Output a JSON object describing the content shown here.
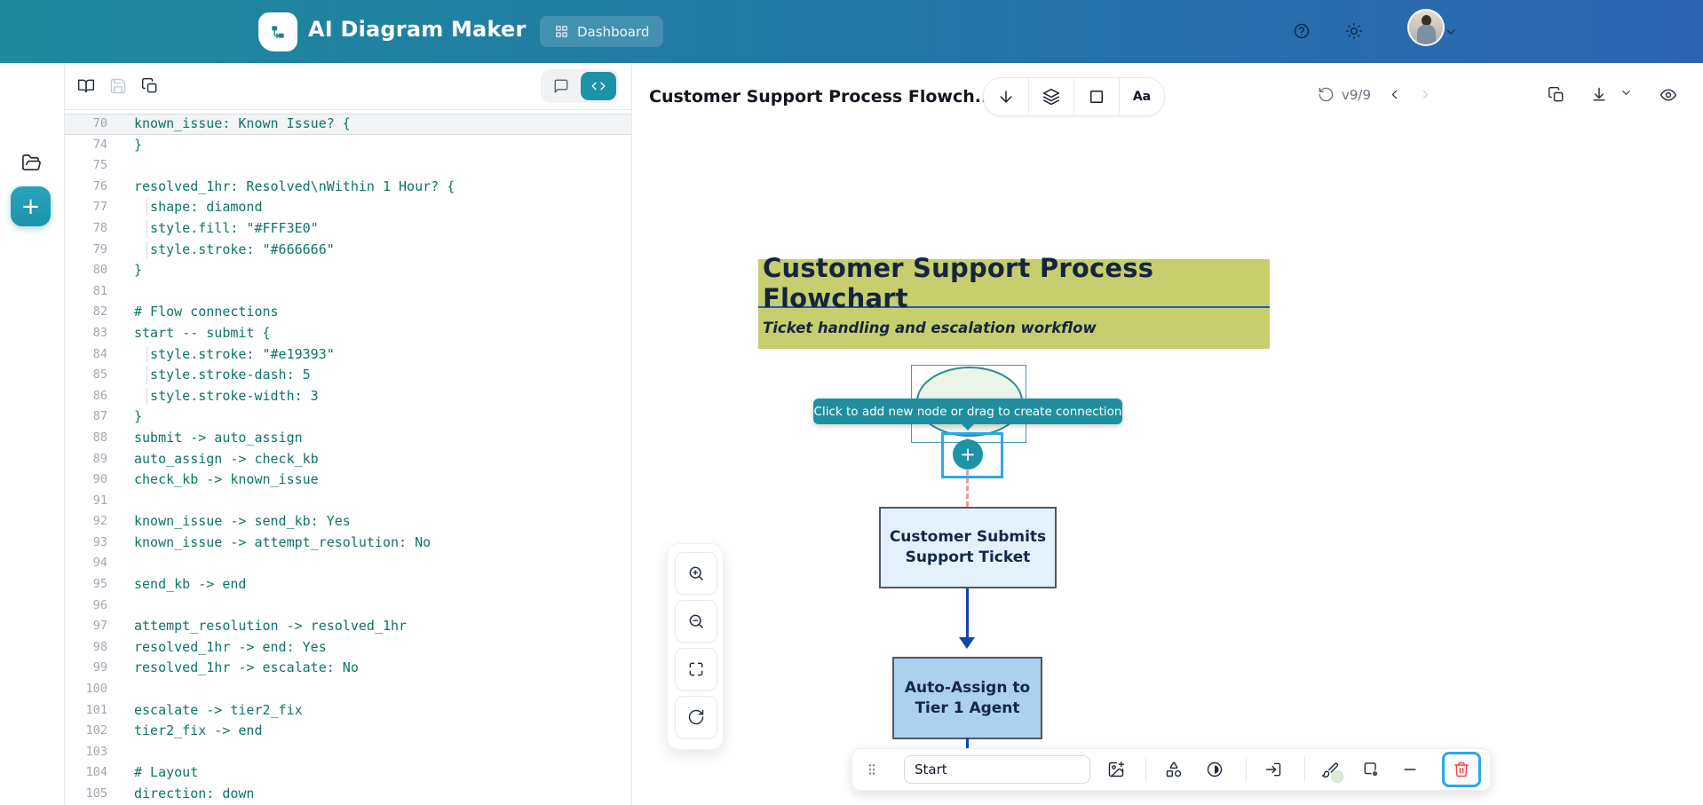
{
  "header": {
    "app_title": "AI Diagram Maker",
    "dashboard_label": "Dashboard"
  },
  "code_editor": {
    "lines": [
      {
        "n": "70",
        "t": "known_issue: Known Issue? {",
        "c": "hl"
      },
      {
        "n": "74",
        "t": "}"
      },
      {
        "n": "75",
        "t": ""
      },
      {
        "n": "76",
        "t": "resolved_1hr: Resolved\\nWithin 1 Hour? {"
      },
      {
        "n": "77",
        "t": "  shape: diamond",
        "c": "g"
      },
      {
        "n": "78",
        "t": "  style.fill: \"#FFF3E0\"",
        "c": "g"
      },
      {
        "n": "79",
        "t": "  style.stroke: \"#666666\"",
        "c": "g"
      },
      {
        "n": "80",
        "t": "}"
      },
      {
        "n": "81",
        "t": ""
      },
      {
        "n": "82",
        "t": "# Flow connections"
      },
      {
        "n": "83",
        "t": "start -- submit {"
      },
      {
        "n": "84",
        "t": "  style.stroke: \"#e19393\"",
        "c": "g"
      },
      {
        "n": "85",
        "t": "  style.stroke-dash: 5",
        "c": "g"
      },
      {
        "n": "86",
        "t": "  style.stroke-width: 3",
        "c": "g"
      },
      {
        "n": "87",
        "t": "}"
      },
      {
        "n": "88",
        "t": "submit -> auto_assign"
      },
      {
        "n": "89",
        "t": "auto_assign -> check_kb"
      },
      {
        "n": "90",
        "t": "check_kb -> known_issue"
      },
      {
        "n": "91",
        "t": ""
      },
      {
        "n": "92",
        "t": "known_issue -> send_kb: Yes"
      },
      {
        "n": "93",
        "t": "known_issue -> attempt_resolution: No"
      },
      {
        "n": "94",
        "t": ""
      },
      {
        "n": "95",
        "t": "send_kb -> end"
      },
      {
        "n": "96",
        "t": ""
      },
      {
        "n": "97",
        "t": "attempt_resolution -> resolved_1hr"
      },
      {
        "n": "98",
        "t": "resolved_1hr -> end: Yes"
      },
      {
        "n": "99",
        "t": "resolved_1hr -> escalate: No"
      },
      {
        "n": "100",
        "t": ""
      },
      {
        "n": "101",
        "t": "escalate -> tier2_fix"
      },
      {
        "n": "102",
        "t": "tier2_fix -> end"
      },
      {
        "n": "103",
        "t": ""
      },
      {
        "n": "104",
        "t": "# Layout"
      },
      {
        "n": "105",
        "t": "direction: down"
      }
    ]
  },
  "diagram_panel": {
    "title": "Customer Support Process Flowch...",
    "format_button_label": "Aa",
    "version_label": "v9/9",
    "tooltip": "Click to add new node or drag to create connection",
    "flowchart": {
      "title": "Customer Support Process Flowchart",
      "subtitle": "Ticket handling and escalation workflow",
      "node_submit": "Customer Submits\nSupport Ticket",
      "node_assign": "Auto-Assign to\nTier 1 Agent"
    },
    "node_toolbar": {
      "label_value": "Start"
    }
  },
  "colors": {
    "accent_teal": "#1f93a6",
    "header_gradient_start": "#1d8a9d",
    "header_gradient_end": "#2d64b2",
    "selection_blue": "#2ba8e8",
    "diagram_olive": "#c6ce6d",
    "diagram_navy": "#16243f",
    "node_fill_light": "#e4f1fc",
    "node_fill_blue": "#abd1f1",
    "edge_blue": "#1843ab",
    "edge_red_dash": "#ec9b94",
    "code_text": "#0e7467",
    "danger_red": "#ef4444"
  },
  "icons": {
    "legend": "folder-open, book-open, save, copy, comment, code, grid, help, sun, chevron-down, arrow-down, layers, square, history, chevron-left, chevron-right, download, eye, zoom-in, zoom-out, maximize, rotate-cw, drag-dots, image-plus, shapes, contrast, box-arrow-in, brush, square-dot, minus, trash"
  }
}
